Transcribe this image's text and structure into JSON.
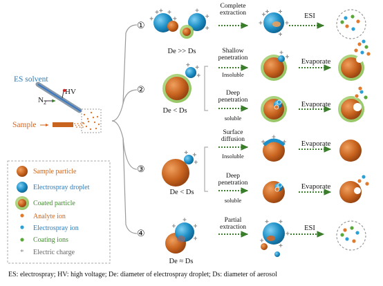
{
  "source": {
    "es_solvent": "ES solvent",
    "n2": "N",
    "n2_sub": "2",
    "hv": "HV",
    "sample": "Sample"
  },
  "legend": {
    "sample_particle": "Sample particle",
    "electrospray_droplet": "Electrospray droplet",
    "coated_particle": "Coated particle",
    "analyte_ion": "Analyte ion",
    "electrospray_ion": "Electrospray ion",
    "coating_ions": "Coating ions",
    "electric_charge": "Electric charge"
  },
  "rows": {
    "r1": {
      "num": "①",
      "cond": "De >> Ds",
      "step": "Complete\nextraction",
      "end": "ESI"
    },
    "r2": {
      "num": "②",
      "cond": "De < Ds",
      "a_step": "Shallow\npenetration",
      "a_sol": "Insoluble",
      "a_end": "Evaporate",
      "b_step": "Deep\npenetration",
      "b_sol": "soluble",
      "b_end": "Evaporate"
    },
    "r3": {
      "num": "③",
      "cond": "De < Ds",
      "a_step": "Surface\ndiffusion",
      "a_sol": "Insoluble",
      "a_end": "Evaporate",
      "b_step": "Deep\npenetration",
      "b_sol": "soluble",
      "b_end": "Evaporate"
    },
    "r4": {
      "num": "④",
      "cond": "De ≈ Ds",
      "step": "Partial\nextraction",
      "end": "ESI"
    }
  },
  "caption": "ES: electrospray; HV: high voltage; De: diameter of electrospray droplet; Ds: diameter of aerosol",
  "colors": {
    "sample": "#c8641f",
    "droplet": "#1e8fc6",
    "coating": "#9fcc6b",
    "analyte": "#e07a2e",
    "es_ion": "#2aa0d6",
    "coat_ion": "#5aa83a",
    "charge": "#888888",
    "arrow": "#3a7d2a"
  }
}
